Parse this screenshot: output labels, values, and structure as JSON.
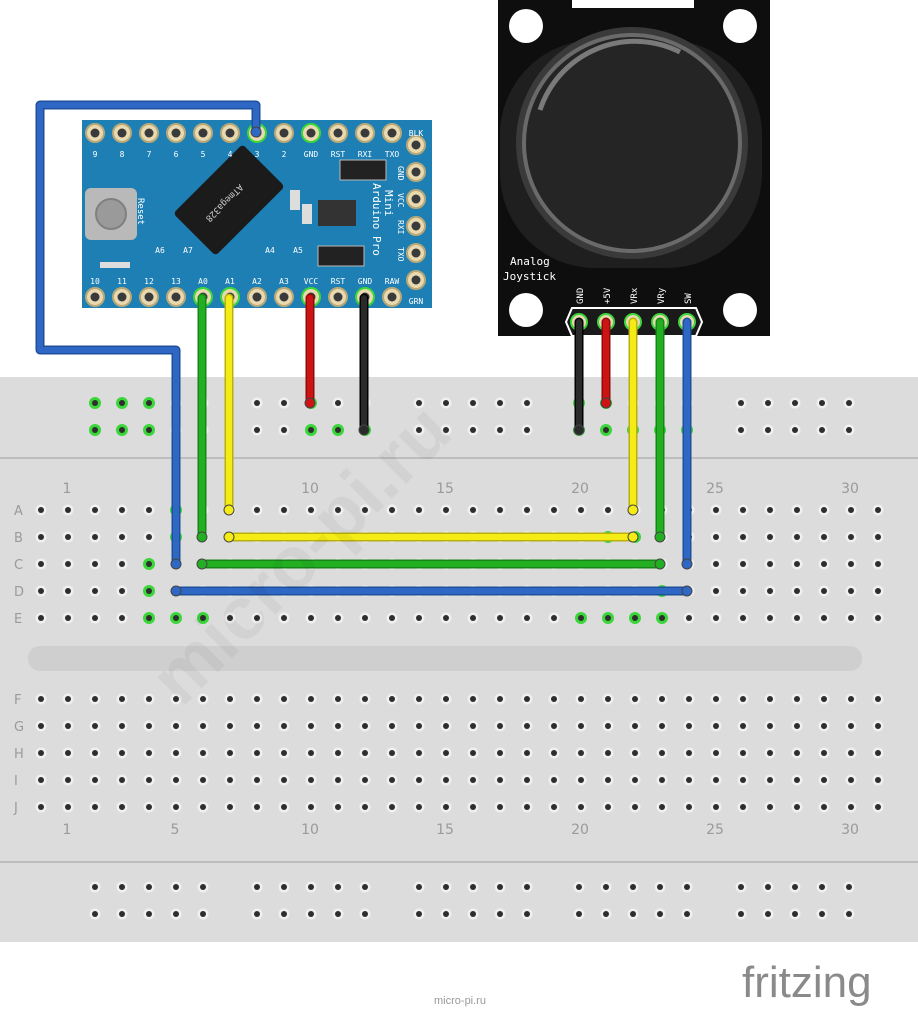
{
  "watermark": "micro-pi.ru",
  "brand": "fritzing",
  "breadboard": {
    "row_labels_top": [
      "A",
      "B",
      "C",
      "D",
      "E"
    ],
    "row_labels_bottom": [
      "F",
      "G",
      "H",
      "I",
      "J"
    ],
    "col_labels_top": [
      "1",
      "10",
      "15",
      "20",
      "25",
      "30"
    ],
    "col_labels_bottom": [
      "1",
      "5",
      "10",
      "15",
      "20",
      "25",
      "30"
    ]
  },
  "arduino": {
    "top_pins": [
      "9",
      "8",
      "7",
      "6",
      "5",
      "4",
      "3",
      "2",
      "GND",
      "RST",
      "RXI",
      "TXO"
    ],
    "bottom_pins": [
      "10",
      "11",
      "12",
      "13",
      "A0",
      "A1",
      "A2",
      "A3",
      "VCC",
      "RST",
      "GND",
      "RAW"
    ],
    "right_pins_top": "BLK",
    "right_pins_bottom": "GRN",
    "side_labels": [
      "GND",
      "VCC",
      "RXI",
      "TXO"
    ],
    "board_name_line1": "Mini",
    "board_name_line2": "Arduino Pro",
    "chip_label": "ATmega328",
    "reset_label": "Reset",
    "mid_labels": [
      "A6",
      "A7",
      "A4",
      "A5"
    ]
  },
  "joystick": {
    "label_line1": "Analog",
    "label_line2": "Joystick",
    "pins": [
      "GND",
      "+5V",
      "VRx",
      "VRy",
      "SW"
    ]
  },
  "colors": {
    "board": "#1d7fb4",
    "wire_blue": "#2e67c4",
    "wire_green": "#22b022",
    "wire_yellow": "#f4ec14",
    "wire_red": "#cc1414",
    "wire_black": "#111111",
    "breadboard": "#dcdcdc"
  }
}
